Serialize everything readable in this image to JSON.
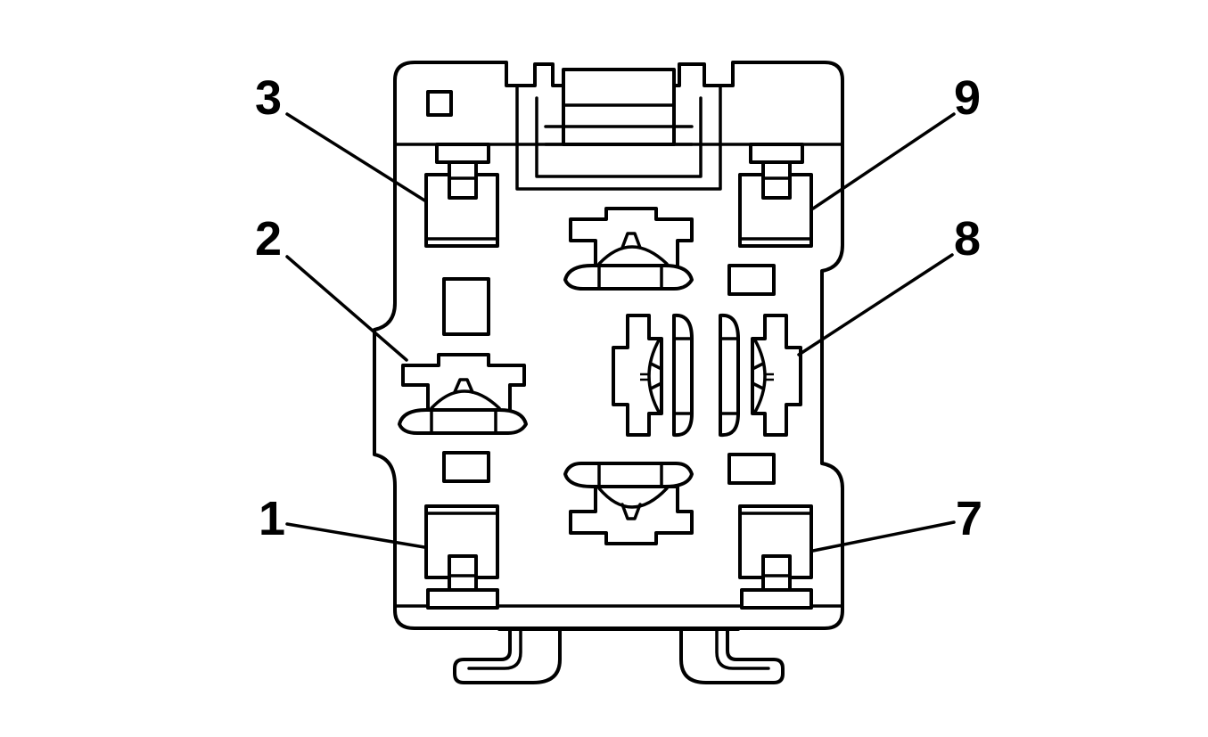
{
  "diagram": {
    "pin_labels": {
      "pin_3": "3",
      "pin_2": "2",
      "pin_1": "1",
      "pin_9": "9",
      "pin_8": "8",
      "pin_7": "7"
    },
    "colors": {
      "line": "#000000",
      "background": "#ffffff"
    }
  }
}
